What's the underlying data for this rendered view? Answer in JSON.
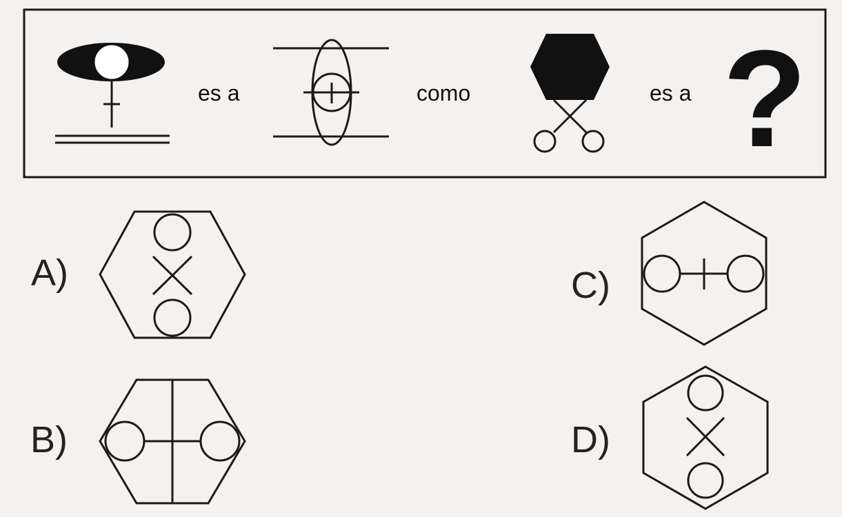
{
  "analogy": {
    "connector_1": "es a",
    "connector_2": "como",
    "connector_3": "es a",
    "unknown": "?"
  },
  "options": [
    {
      "label": "A)"
    },
    {
      "label": "B)"
    },
    {
      "label": "C)"
    },
    {
      "label": "D)"
    }
  ]
}
